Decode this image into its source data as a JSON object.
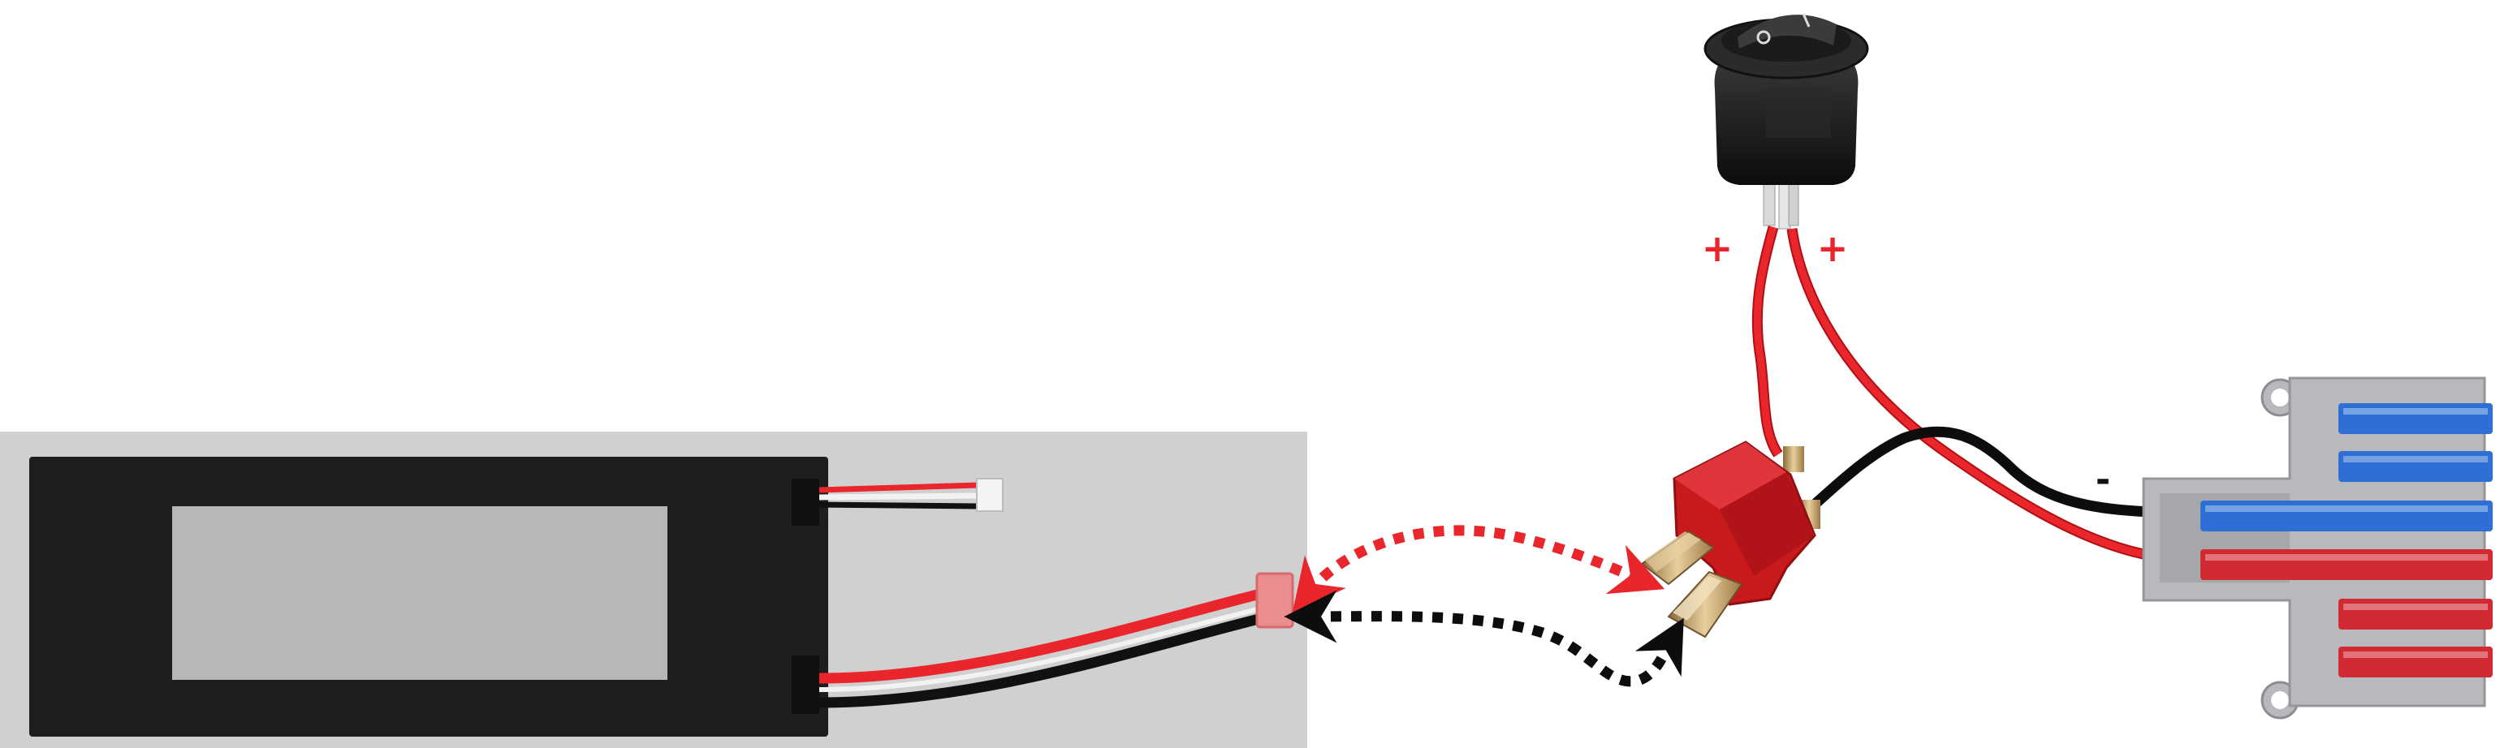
{
  "labels": {
    "switch_left_pole": "+",
    "switch_right_pole": "+",
    "connector_negative": "-"
  },
  "colors": {
    "wire_red": "#e8262b",
    "wire_black": "#0d0d0d",
    "wire_white": "#f2f2f2",
    "battery_panel_bg": "#d0d0d0",
    "battery_body": "#1e1e1e",
    "battery_window": "#b7b7b7",
    "deans_body": "#c8191c",
    "deans_pin": "#c9a16a",
    "switch_body": "#1a1a1a",
    "lever_blue": "#2d6fd4",
    "lever_red": "#d22a33",
    "connector_housing": "#b8b9bd"
  },
  "components": [
    "battery-pack-icon",
    "rocker-switch-icon",
    "deans-t-plug-icon",
    "lever-wire-connector-icon"
  ],
  "arrows": [
    {
      "name": "positive-connection-arrow",
      "color": "red",
      "style": "dotted",
      "direction": "both"
    },
    {
      "name": "negative-connection-arrow",
      "color": "black",
      "style": "dotted",
      "direction": "both"
    }
  ]
}
